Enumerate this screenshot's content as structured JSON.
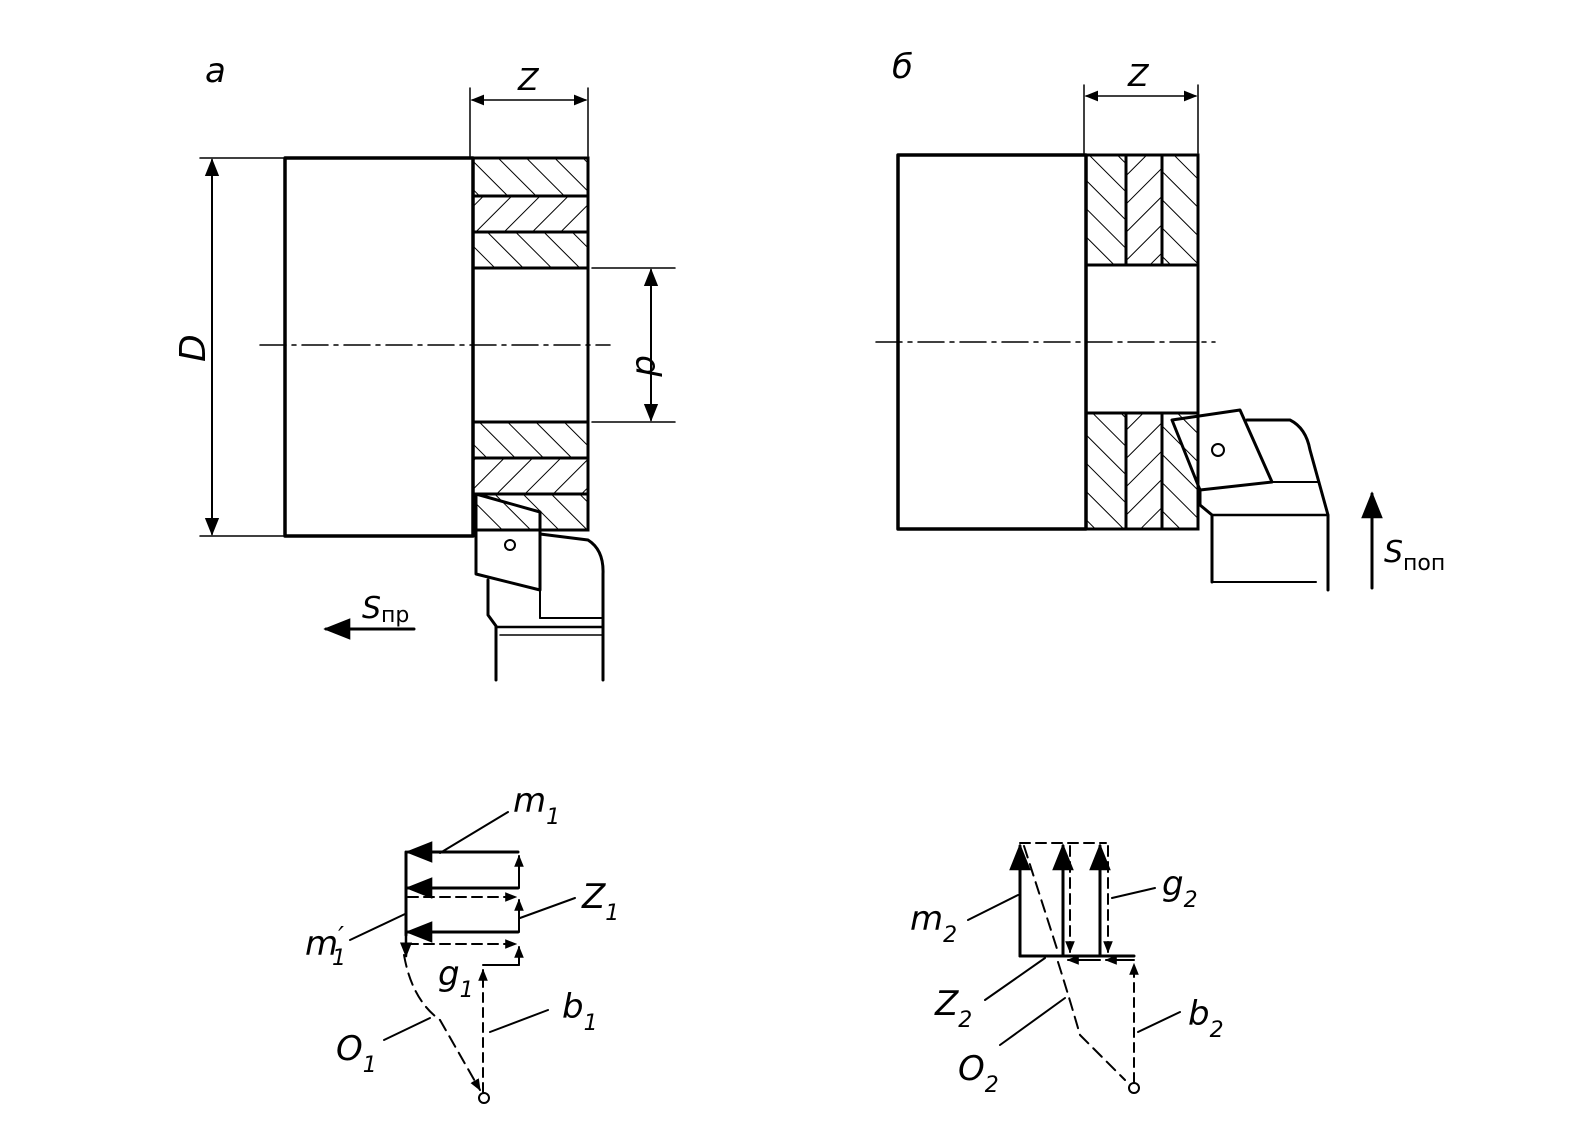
{
  "panel_a": {
    "label": "а",
    "dim_width": "Z",
    "dim_outer": "D",
    "dim_inner": "d",
    "feed": {
      "symbol": "S",
      "subscript": "пр"
    }
  },
  "panel_b": {
    "label": "б",
    "dim_width": "Z",
    "feed": {
      "symbol": "S",
      "subscript": "поп"
    }
  },
  "path_a": {
    "m1": {
      "letter": "m",
      "sub": "1"
    },
    "m1_prime": {
      "letter": "m",
      "prime": "′",
      "sub": "1"
    },
    "z1": {
      "letter": "Z",
      "sub": "1"
    },
    "g1": {
      "letter": "g",
      "sub": "1"
    },
    "b1": {
      "letter": "b",
      "sub": "1"
    },
    "o1": {
      "letter": "O",
      "sub": "1"
    }
  },
  "path_b": {
    "m2": {
      "letter": "m",
      "sub": "2"
    },
    "g2": {
      "letter": "g",
      "sub": "2"
    },
    "z2": {
      "letter": "Z",
      "sub": "2"
    },
    "b2": {
      "letter": "b",
      "sub": "2"
    },
    "o2": {
      "letter": "O",
      "sub": "2"
    }
  }
}
